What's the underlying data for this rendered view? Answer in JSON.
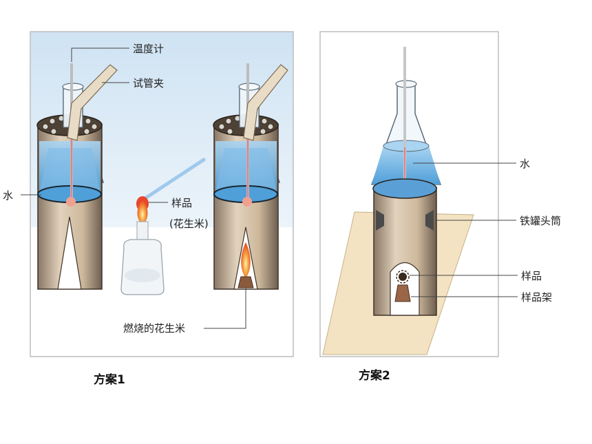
{
  "panel1": {
    "caption": "方案1",
    "labels": {
      "thermometer": "温度计",
      "test_tube_clamp": "试管夹",
      "water": "水",
      "sample": "样品",
      "sample_note": "(花生米)",
      "burning_peanut": "燃烧的花生米"
    }
  },
  "panel2": {
    "caption": "方案2",
    "labels": {
      "water": "水",
      "iron_can": "铁罐头筒",
      "sample": "样品",
      "sample_rack": "样品架"
    }
  },
  "colors": {
    "water": "#6fb3e8",
    "can_body": "#c9b59a",
    "can_top": "#5a4a3a",
    "flame": "#e8452a",
    "board": "#f3e3c2",
    "panel1_bg": "#dcebf6"
  }
}
